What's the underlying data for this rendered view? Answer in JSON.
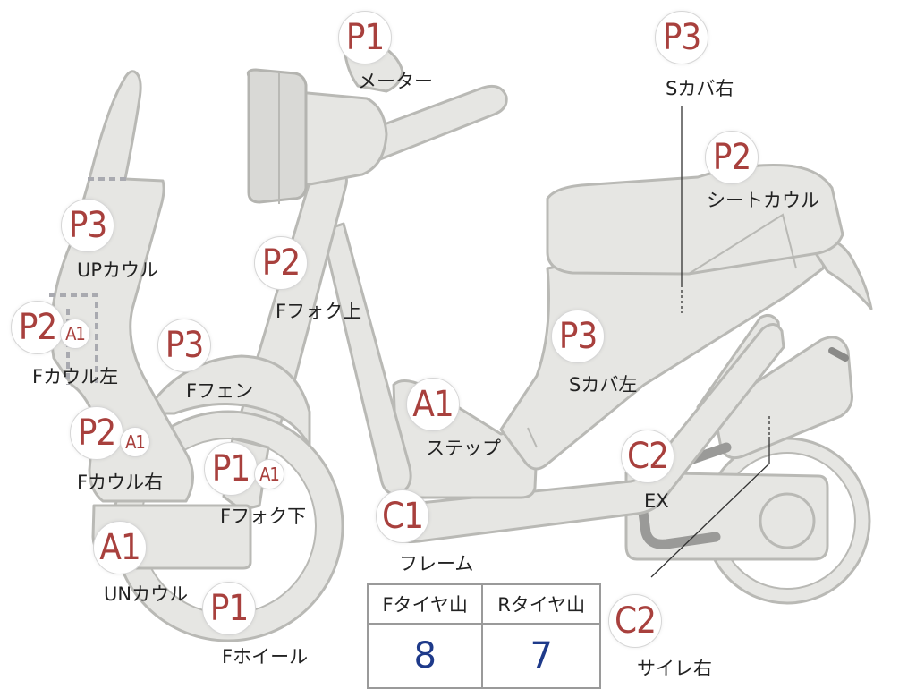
{
  "parts": [
    {
      "id": "meter",
      "grade": "P1",
      "label": "メーター"
    },
    {
      "id": "s-cover-right",
      "grade": "P3",
      "label": "Sカバ右"
    },
    {
      "id": "seat-cowl",
      "grade": "P2",
      "label": "シートカウル"
    },
    {
      "id": "up-cowl",
      "grade": "P3",
      "label": "UPカウル"
    },
    {
      "id": "f-fork-upper",
      "grade": "P2",
      "label": "Fフォク上"
    },
    {
      "id": "f-cowl-left",
      "grade": "P2",
      "sub_grade": "A1",
      "label": "Fカウル左"
    },
    {
      "id": "f-fender",
      "grade": "P3",
      "label": "Fフェン"
    },
    {
      "id": "s-cover-left",
      "grade": "P3",
      "label": "Sカバ左"
    },
    {
      "id": "step",
      "grade": "A1",
      "label": "ステップ"
    },
    {
      "id": "f-cowl-right",
      "grade": "P2",
      "sub_grade": "A1",
      "label": "Fカウル右"
    },
    {
      "id": "f-fork-lower",
      "grade": "P1",
      "sub_grade": "A1",
      "label": "Fフォク下"
    },
    {
      "id": "exhaust",
      "grade": "C2",
      "label": "EX"
    },
    {
      "id": "frame",
      "grade": "C1",
      "label": "フレーム"
    },
    {
      "id": "un-cowl",
      "grade": "A1",
      "label": "UNカウル"
    },
    {
      "id": "f-wheel",
      "grade": "P1",
      "label": "Fホイール"
    },
    {
      "id": "muffler-right",
      "grade": "C2",
      "label": "サイレ右"
    }
  ],
  "tire_table": {
    "front_header": "Fタイヤ山",
    "rear_header": "Rタイヤ山",
    "front_value": "8",
    "rear_value": "7"
  }
}
